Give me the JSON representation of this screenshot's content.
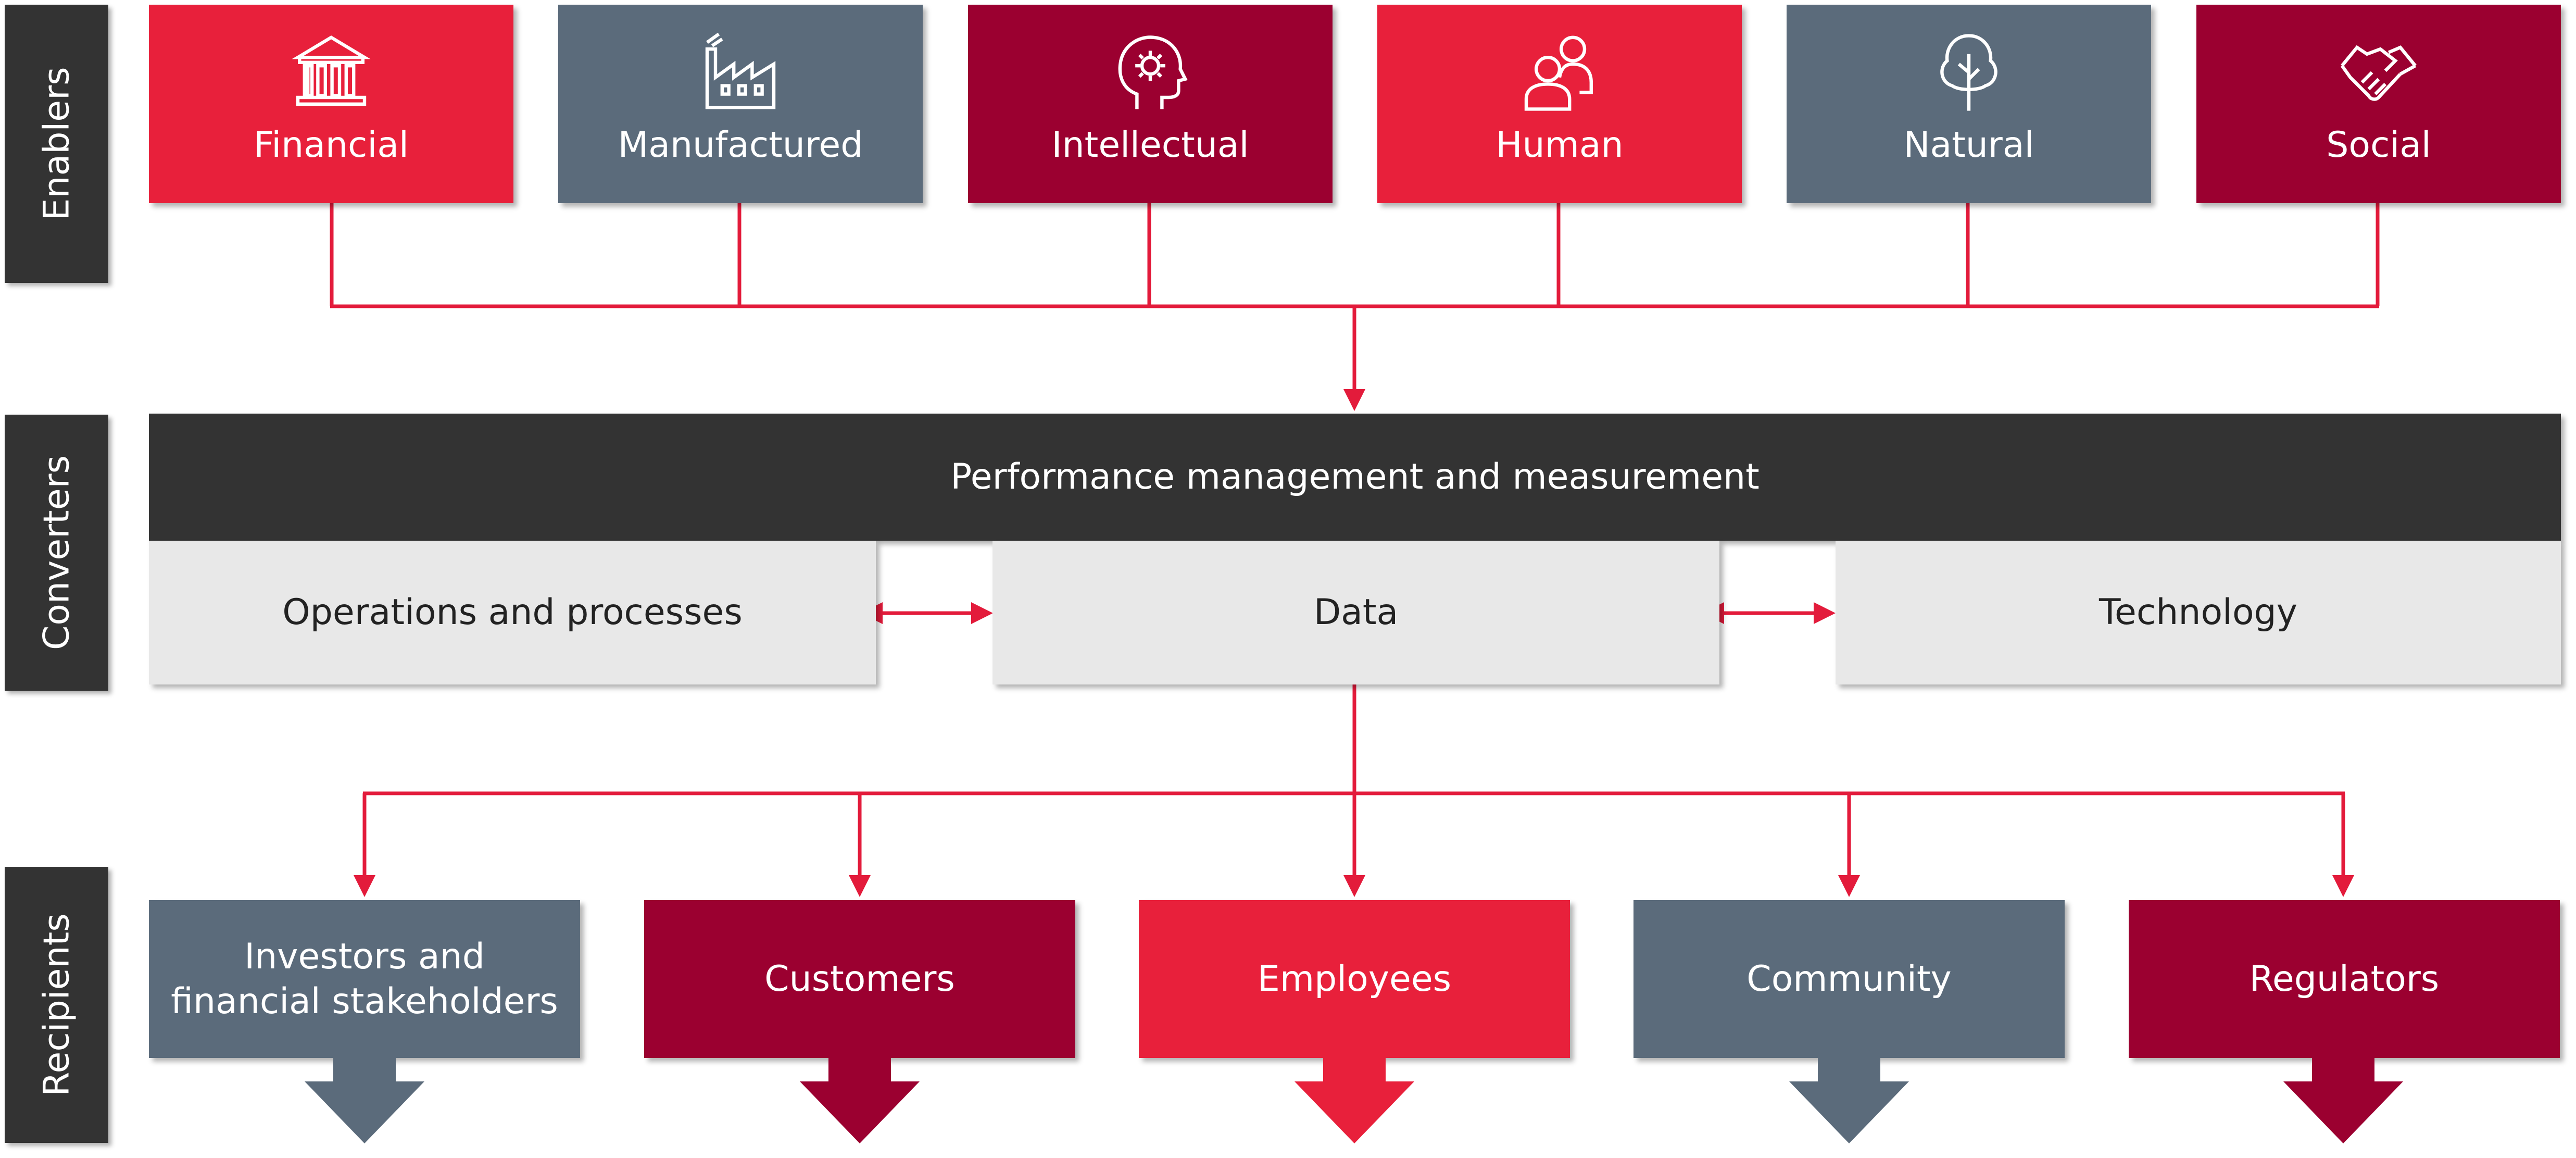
{
  "lanes": {
    "enablers": "Enablers",
    "converters": "Converters",
    "recipients": "Recipients"
  },
  "enablers": [
    {
      "label": "Financial",
      "icon": "bank-icon",
      "color": "#e8203b"
    },
    {
      "label": "Manufactured",
      "icon": "factory-icon",
      "color": "#5b6b7b"
    },
    {
      "label": "Intellectual",
      "icon": "head-gear-icon",
      "color": "#9b0030"
    },
    {
      "label": "Human",
      "icon": "people-icon",
      "color": "#e8203b"
    },
    {
      "label": "Natural",
      "icon": "tree-icon",
      "color": "#5b6b7b"
    },
    {
      "label": "Social",
      "icon": "handshake-icon",
      "color": "#9b0030"
    }
  ],
  "converters": {
    "header": "Performance management and measurement",
    "items": [
      "Operations and processes",
      "Data",
      "Technology"
    ]
  },
  "recipients": [
    {
      "label": "Investors and financial stakeholders",
      "color": "#5b6b7b"
    },
    {
      "label": "Customers",
      "color": "#9b0030"
    },
    {
      "label": "Employees",
      "color": "#e8203b"
    },
    {
      "label": "Community",
      "color": "#5b6b7b"
    },
    {
      "label": "Regulators",
      "color": "#9b0030"
    }
  ],
  "colors": {
    "connector": "#e31b3b",
    "dark": "#333333",
    "light": "#e8e8e8"
  }
}
